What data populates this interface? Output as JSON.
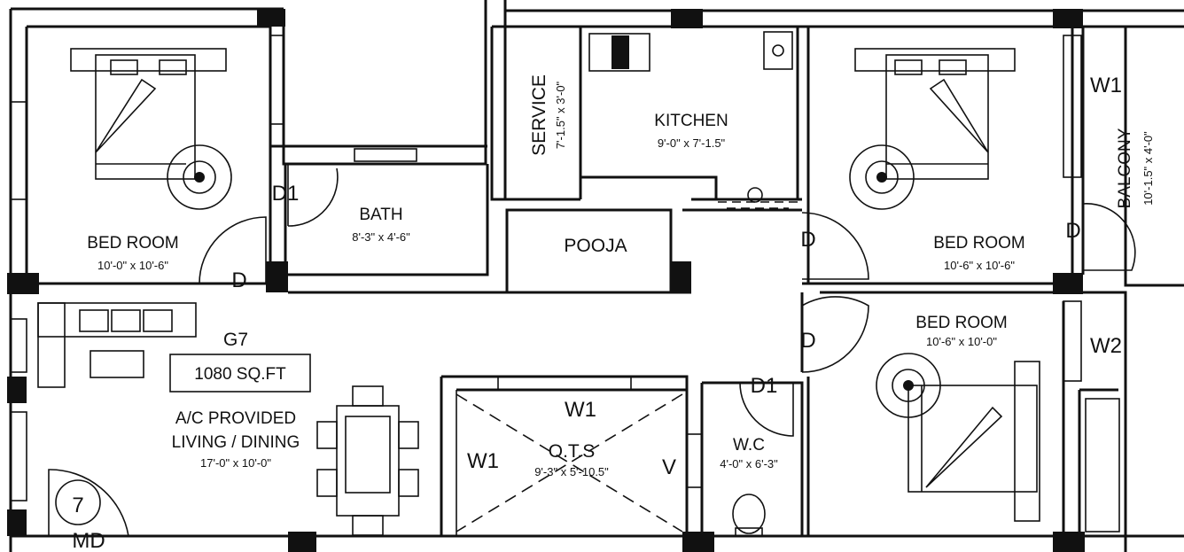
{
  "plan": {
    "unit_name": "G7",
    "area": "1080 SQ.FT",
    "md_number": "7",
    "md_label": "MD"
  },
  "rooms": {
    "bed1": {
      "name": "BED ROOM",
      "size": "10'-0\" x 10'-6\""
    },
    "bath": {
      "name": "BATH",
      "size": "8'-3\" x 4'-6\""
    },
    "service": {
      "name": "SERVICE",
      "size": "7'-1.5\" x 3'-0\""
    },
    "kitchen": {
      "name": "KITCHEN",
      "size": "9'-0\" x 7'-1.5\""
    },
    "pooja": {
      "name": "POOJA"
    },
    "bed2": {
      "name": "BED ROOM",
      "size": "10'-6\" x 10'-6\""
    },
    "balcony": {
      "name": "BALCONY",
      "size": "10'-1.5\" x 4'-0\""
    },
    "bed3": {
      "name": "BED ROOM",
      "size": "10'-6\" x 10'-0\""
    },
    "living": {
      "line1": "A/C PROVIDED",
      "line2": "LIVING / DINING",
      "size": "17'-0\" x 10'-0\""
    },
    "ots": {
      "name": "O.T.S",
      "size": "9'-3\" x 5'-10.5\""
    },
    "wc": {
      "name": "W.C",
      "size": "4'-0\" x 6'-3\""
    }
  },
  "tags": {
    "d1_bath": "D1",
    "d_bed1": "D",
    "d_right_top": "D",
    "d_right_mid": "D",
    "d_balcony": "D",
    "d1_wc": "D1",
    "w1_balcony": "W1",
    "w2": "W2",
    "w1_ots_top": "W1",
    "w1_ots_left": "W1",
    "v_ots": "V"
  }
}
